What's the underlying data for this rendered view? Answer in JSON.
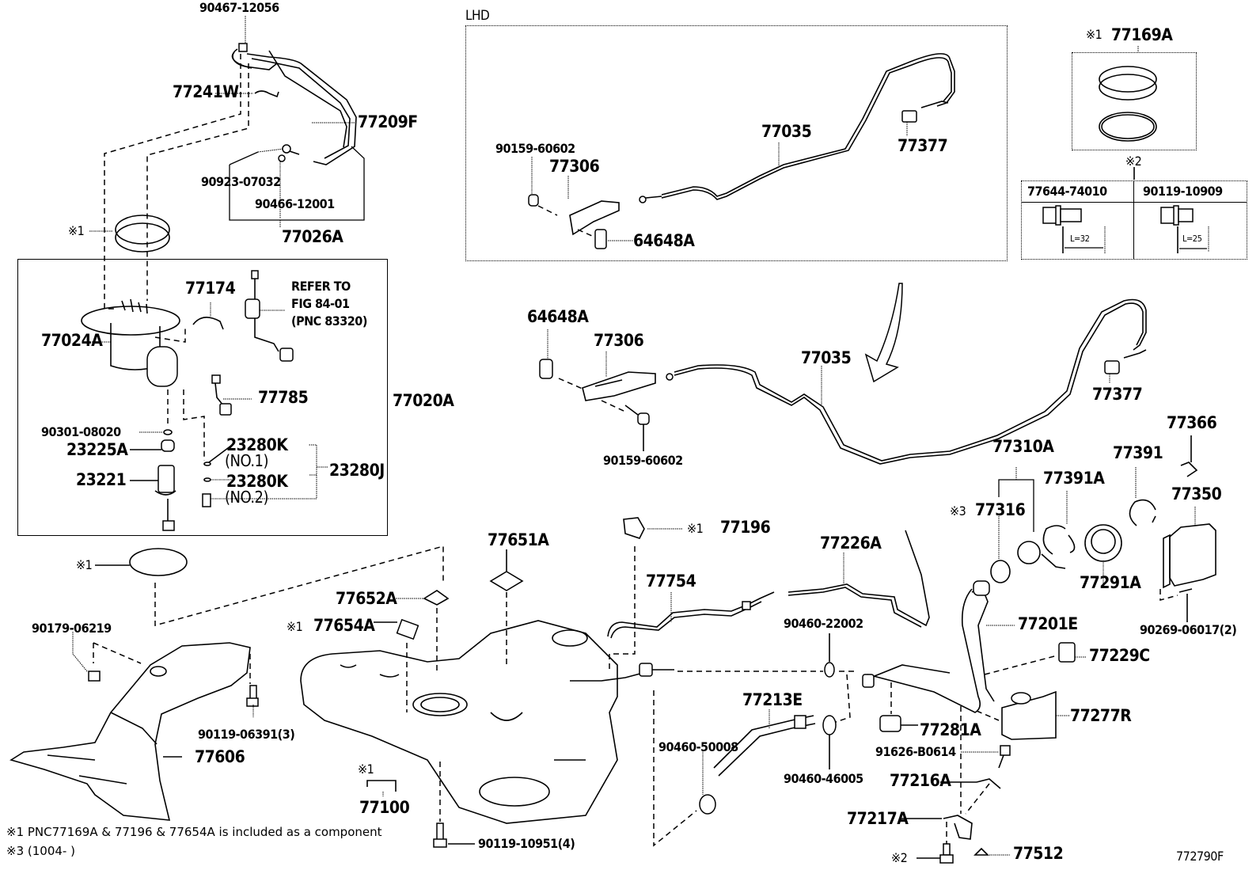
{
  "figure_code": "772790F",
  "lhd_box": {
    "title": "LHD"
  },
  "labels": {
    "p90467_12056": "90467-12056",
    "p77241W": "77241W",
    "p77209F": "77209F",
    "p90923_07032": "90923-07032",
    "p90466_12001": "90466-12001",
    "p77026A": "77026A",
    "mark1_ring_upper": "※1",
    "p77174": "77174",
    "refer_line1": "REFER TO",
    "refer_line2": "FIG 84-01",
    "refer_line3": "(PNC 83320)",
    "p77024A": "77024A",
    "p77785": "77785",
    "p77020A": "77020A",
    "p90301_08020": "90301-08020",
    "p23225A": "23225A",
    "p23221": "23221",
    "p23280K_1": "23280K",
    "no1": "(NO.1)",
    "p23280K_2": "23280K",
    "no2": "(NO.2)",
    "p23280J": "23280J",
    "mark1_oring": "※1",
    "p90179_06219": "90179-06219",
    "p90119_06391": "90119-06391(3)",
    "p77606": "77606",
    "lhd_90159_60602": "90159-60602",
    "lhd_77306": "77306",
    "lhd_77035": "77035",
    "lhd_77377": "77377",
    "lhd_64648A": "64648A",
    "mark1_77169A": "※1",
    "p77169A": "77169A",
    "mark2_table": "※2",
    "bolt_a_pn": "77644-74010",
    "bolt_a_len": "L=32",
    "bolt_b_pn": "90119-10909",
    "bolt_b_len": "L=25",
    "main_64648A": "64648A",
    "main_77306": "77306",
    "main_77035": "77035",
    "main_77377": "77377",
    "main_90159_60602": "90159-60602",
    "p77366": "77366",
    "p77310A": "77310A",
    "p77391": "77391",
    "p77391A": "77391A",
    "p77350": "77350",
    "mark3": "※3",
    "p77316": "77316",
    "p77291A": "77291A",
    "p90269_06017": "90269-06017(2)",
    "p77651A": "77651A",
    "mark1_77196": "※1",
    "p77196": "77196",
    "p77226A": "77226A",
    "p77652A": "77652A",
    "p77754": "77754",
    "mark1_77654A": "※1",
    "p77654A": "77654A",
    "p90460_22002": "90460-22002",
    "p77201E": "77201E",
    "p77229C": "77229C",
    "p77213E": "77213E",
    "p77277R": "77277R",
    "p77281A": "77281A",
    "p90460_50008": "90460-50008",
    "p90460_46005": "90460-46005",
    "p91626_B0614": "91626-B0614",
    "p77216A": "77216A",
    "mark1_77100": "※1",
    "p77100": "77100",
    "p77217A": "77217A",
    "p90119_10951": "90119-10951(4)",
    "mark2_bolt": "※2",
    "p77512": "77512"
  },
  "footnotes": {
    "note1": "※1 PNC77169A & 77196 & 77654A is included as a component",
    "note3": "※3 (1004-        )"
  }
}
